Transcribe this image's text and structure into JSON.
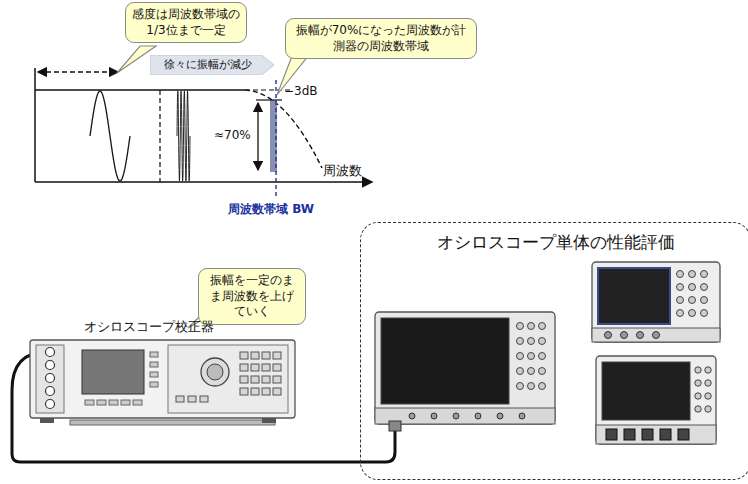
{
  "diagram": {
    "nodes": [
      {
        "text": [
          "感度は周波数帯域の1/3位まで一定"
        ]
      },
      {
        "text": [
          "徐々に振幅が減少"
        ]
      },
      {
        "text": [
          "振幅が70%になった周波数が計測器の周波数帯域"
        ]
      },
      {
        "text": [
          "振幅を一定のまま周波数を上げていく"
        ]
      },
      {
        "text": [
          "オシロスコープ単体の性能評価"
        ]
      }
    ],
    "labels": [
      "−3dB",
      "≈70%",
      "周波数",
      "周波数帯域 BW",
      "オシロスコープ校正器"
    ]
  }
}
